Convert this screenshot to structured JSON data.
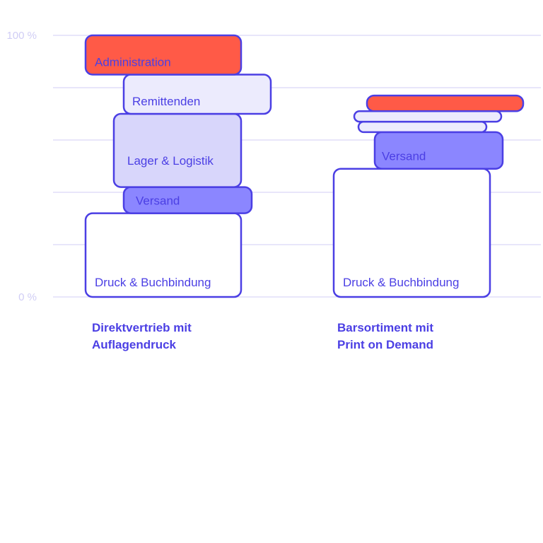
{
  "chart_data": {
    "type": "bar",
    "stacked": true,
    "grid": true,
    "ylim": [
      0,
      100
    ],
    "y_ticks": [
      {
        "value": 0,
        "label": "0 %"
      },
      {
        "value": 100,
        "label": "100 %"
      }
    ],
    "gridline_values": [
      0,
      20,
      40,
      60,
      80,
      100
    ],
    "categories": [
      {
        "lines": [
          "Direktvertrieb mit",
          "Auflagendruck"
        ]
      },
      {
        "lines": [
          "Barsortiment mit",
          "Print on Demand"
        ]
      }
    ],
    "bars": [
      {
        "segments": [
          {
            "label": "Druck & Buchbindung",
            "start": 0,
            "end": 32,
            "color": "#ffffff"
          },
          {
            "label": "Versand",
            "start": 32,
            "end": 42,
            "color": "#8b86ff"
          },
          {
            "label": "Lager & Logistik",
            "start": 42,
            "end": 70,
            "color": "#d8d6fb"
          },
          {
            "label": "Remittenden",
            "start": 70,
            "end": 85,
            "color": "#ecebfd"
          },
          {
            "label": "Administration",
            "start": 85,
            "end": 100,
            "color": "#ff5a47"
          }
        ]
      },
      {
        "segments": [
          {
            "label": "Druck & Buchbindung",
            "start": 0,
            "end": 49,
            "color": "#ffffff"
          },
          {
            "label": "Versand",
            "start": 49,
            "end": 63,
            "color": "#8b86ff"
          },
          {
            "label": "",
            "start": 63,
            "end": 67,
            "color": "#ecebfd"
          },
          {
            "label": "",
            "start": 67,
            "end": 71,
            "color": "#ecebfd"
          },
          {
            "label": "",
            "start": 71,
            "end": 77,
            "color": "#ff5a47"
          }
        ]
      }
    ]
  },
  "colors": {
    "outline": "#4b3fe4",
    "text": "#4b3fe4",
    "grid": "#d0cdf5"
  }
}
